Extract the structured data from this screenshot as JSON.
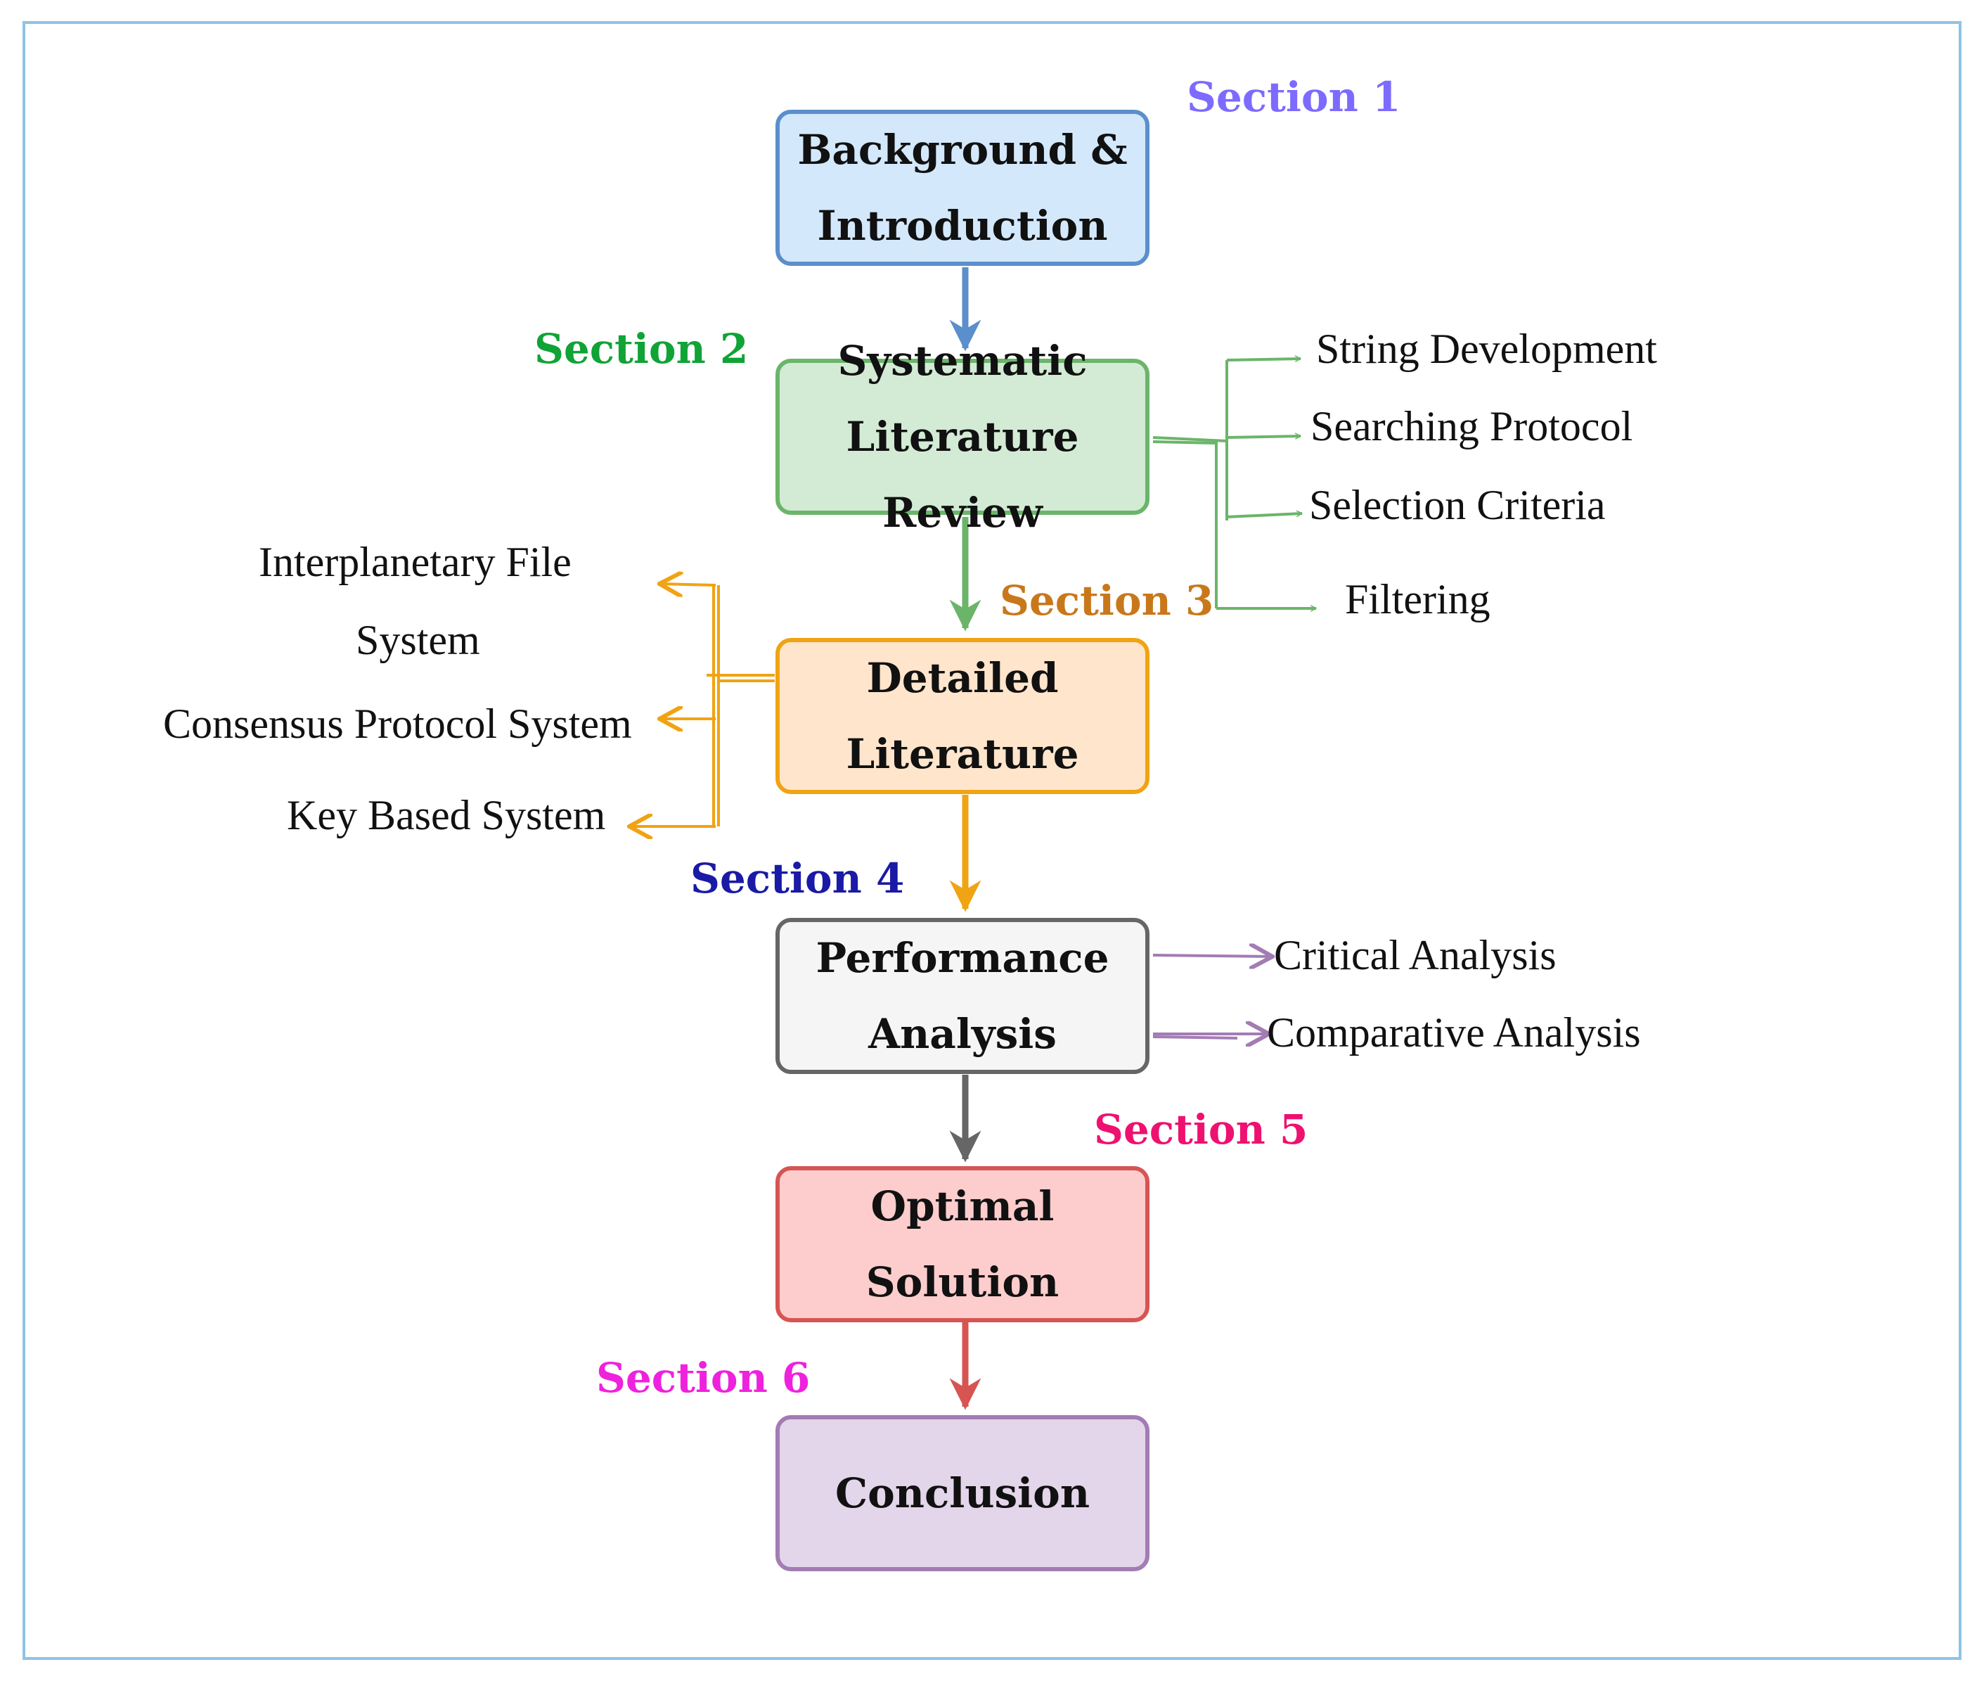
{
  "sections": [
    {
      "label": "Section 1",
      "color": "#7d6bff"
    },
    {
      "label": "Section 2",
      "color": "#10a336"
    },
    {
      "label": "Section 3",
      "color": "#c8781b"
    },
    {
      "label": "Section 4",
      "color": "#1a1aa6"
    },
    {
      "label": "Section 5",
      "color": "#ee1170"
    },
    {
      "label": "Section 6",
      "color": "#ee22dd"
    }
  ],
  "nodes": [
    {
      "label": "Background &\nIntroduction",
      "fill": "#d4e8fb",
      "border": "#5b8fcb"
    },
    {
      "label": "Systematic\nLiterature Review",
      "fill": "#d3ebd5",
      "border": "#6bb56a"
    },
    {
      "label": "Detailed\nLiterature",
      "fill": "#ffe5cc",
      "border": "#f0a313"
    },
    {
      "label": "Performance\nAnalysis",
      "fill": "#f5f5f5",
      "border": "#666666"
    },
    {
      "label": "Optimal Solution",
      "fill": "#fdcdcd",
      "border": "#d65553"
    },
    {
      "label": "Conclusion",
      "fill": "#e3d5ea",
      "border": "#a37cb4"
    }
  ],
  "review_items": [
    "String Development",
    "Searching Protocol",
    "Selection Criteria",
    "Filtering"
  ],
  "literature_items": [
    "Interplanetary File",
    "System",
    "Consensus Protocol System",
    "Key Based System"
  ],
  "analysis_items": [
    "Critical Analysis",
    "Comparative Analysis"
  ],
  "colors": {
    "frame": "#8fc3e6",
    "arrow_blue": "#5b8fcb",
    "arrow_green": "#6bb56a",
    "arrow_orange": "#f0a313",
    "arrow_gray": "#666666",
    "arrow_red": "#d65553",
    "arrow_purple": "#a37cb4"
  }
}
